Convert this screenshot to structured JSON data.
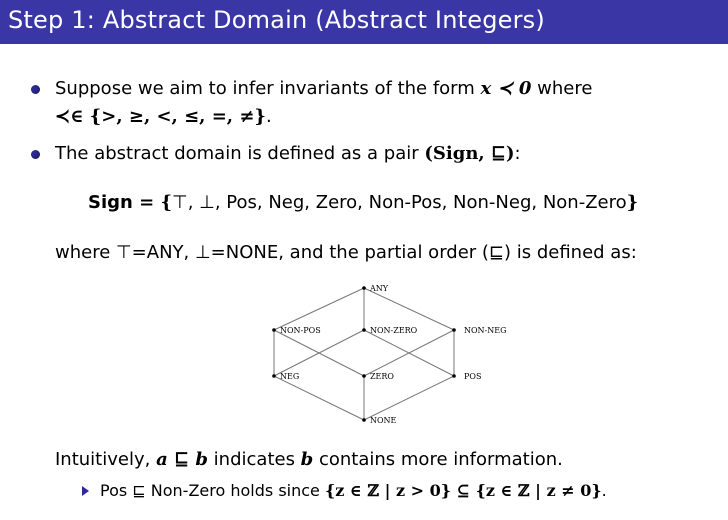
{
  "slide": {
    "title": "Step 1: Abstract Domain (Abstract Integers)",
    "bullet1": {
      "line1_pre": "Suppose we aim to infer invariants of the form ",
      "line1_math": "x ≺ 0",
      "line1_post": " where",
      "line2_math": "≺∈ {>, ≥, <, ≤, =, ≠}",
      "line2_post": "."
    },
    "bullet2": {
      "pre": "The abstract domain is defined as a pair ",
      "math": "(Sign, ⊑)",
      "post": ":"
    },
    "sign_def": {
      "lhs": "Sign",
      "eq": " = {",
      "items": "⊤, ⊥, Pos, Neg, Zero, Non-Pos, Non-Neg, Non-Zero",
      "close": "}"
    },
    "where_line": "where ⊤=ANY, ⊥=NONE, and the partial order (⊑) is defined as:",
    "lattice": {
      "nodes": [
        {
          "id": "any",
          "label": "ANY"
        },
        {
          "id": "nonpos",
          "label": "NON-POS"
        },
        {
          "id": "nonzero",
          "label": "NON-ZERO"
        },
        {
          "id": "nonneg",
          "label": "NON-NEG"
        },
        {
          "id": "neg",
          "label": "NEG"
        },
        {
          "id": "zero",
          "label": "ZERO"
        },
        {
          "id": "pos",
          "label": "POS"
        },
        {
          "id": "none",
          "label": "NONE"
        }
      ],
      "edges": [
        [
          "any",
          "nonpos"
        ],
        [
          "any",
          "nonzero"
        ],
        [
          "any",
          "nonneg"
        ],
        [
          "nonpos",
          "neg"
        ],
        [
          "nonpos",
          "zero"
        ],
        [
          "nonzero",
          "neg"
        ],
        [
          "nonzero",
          "pos"
        ],
        [
          "nonneg",
          "zero"
        ],
        [
          "nonneg",
          "pos"
        ],
        [
          "neg",
          "none"
        ],
        [
          "zero",
          "none"
        ],
        [
          "pos",
          "none"
        ]
      ]
    },
    "intuition": {
      "pre": "Intuitively, ",
      "math1": "a ⊑ b",
      "mid": " indicates ",
      "math2": "b",
      "post": " contains more information."
    },
    "sub_bullet": {
      "pre": "Pos ⊑ Non-Zero holds since ",
      "math": "{z ∈ ℤ | z > 0} ⊆ {z ∈ ℤ | z ≠ 0}",
      "post": "."
    }
  }
}
